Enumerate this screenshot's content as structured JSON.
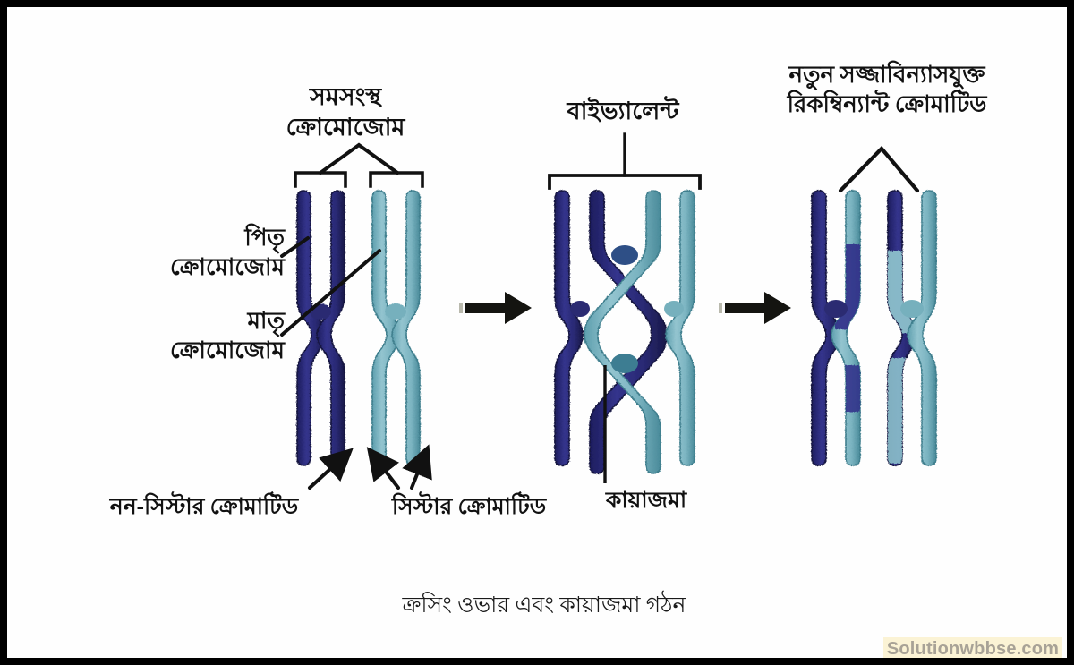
{
  "figure": {
    "caption": "ক্রসিং ওভার এবং কায়াজমা গঠন",
    "watermark": "Solutionwbbse.com",
    "border_color": "#000000",
    "background_color": "#fefefe"
  },
  "colors": {
    "paternal_dark": "#2d2d7e",
    "paternal_dark_edge": "#1b1b55",
    "maternal_light": "#7fb8c4",
    "maternal_light_edge": "#4d8f9e",
    "ink": "#111111",
    "watermark_bg": "#fbf3d5",
    "watermark_text": "#a8a296"
  },
  "panels": [
    {
      "id": "panel-1",
      "stage_label": "সমসংস্থ\nক্রোমোজোম",
      "title_line_1": "সমসংস্থ",
      "title_line_2": "ক্রোমোজোম",
      "annotations": [
        {
          "name": "paternal-chromosome",
          "line_1": "পিতৃ",
          "line_2": "ক্রোমোজোম"
        },
        {
          "name": "maternal-chromosome",
          "line_1": "মাতৃ",
          "line_2": "ক্রোমোজোম"
        }
      ],
      "bottom_labels": [
        {
          "name": "non-sister-chromatid",
          "text": "নন-সিস্টার ক্রোমাটিড"
        },
        {
          "name": "sister-chromatid",
          "text": "সিস্টার ক্রোমাটিড"
        }
      ],
      "chromatid_count": 4,
      "description": "Two homologous chromosomes side by side, each with two sister chromatids; left pair dark (paternal), right pair light (maternal)"
    },
    {
      "id": "panel-2",
      "title_line_1": "বাইভ্যালেন্ট",
      "title_line_2": "",
      "bottom_labels": [
        {
          "name": "chiasma",
          "text": "কায়াজমা"
        }
      ],
      "chromatid_count": 4,
      "description": "Bivalent — four chromatids, the two inner non-sister chromatids cross over forming a chiasma"
    },
    {
      "id": "panel-3",
      "title_line_1": "নতুন সজ্জাবিন্যাসযুক্ত",
      "title_line_2": "রিকম্বিন্যান্ট ক্রোমাটিড",
      "bottom_labels": [],
      "chromatid_count": 4,
      "description": "Recombinant chromatids with new arrangement — inner chromatids show exchanged dark and light segments"
    }
  ],
  "arrows": [
    {
      "name": "arrow-1",
      "direction": "right"
    },
    {
      "name": "arrow-2",
      "direction": "right"
    }
  ]
}
